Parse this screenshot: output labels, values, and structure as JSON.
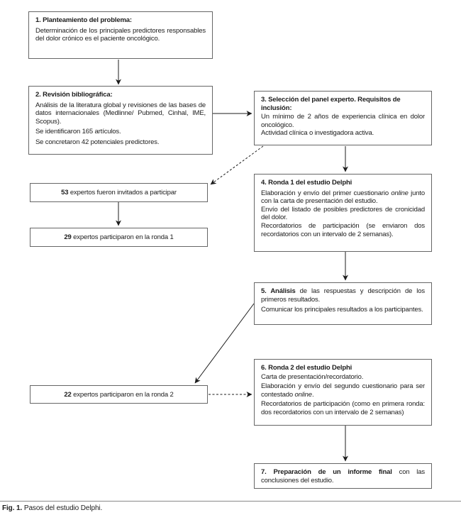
{
  "figure": {
    "caption_label": "Fig. 1.",
    "caption_text": " Pasos del estudio Delphi."
  },
  "boxes": {
    "step1": {
      "title": "1. Planteamiento del problema:",
      "p1": "Determinación de los principales predictores responsables del dolor crónico es el paciente oncológico."
    },
    "step2": {
      "title": "2. Revisión bibliográfica:",
      "p1": "Análisis de la literatura global y revisiones de las bases de datos internacionales (Medlinne/ Pubmed, Cinhal, IME, Scopus).",
      "p2": "Se identificaron 165 artículos.",
      "p3": "Se concretaron 42 potenciales predictores."
    },
    "step3": {
      "title": "3. Selección del panel experto. Requisitos de inclusión:",
      "p1": "Un mínimo de 2 años de experiencia clínica en dolor oncológico.",
      "p2": "Actividad clínica o investigadora activa."
    },
    "invited": {
      "number": "53",
      "text": " expertos fueron invitados a participar"
    },
    "round1": {
      "number": "29",
      "text": " expertos participaron en la ronda 1"
    },
    "step4": {
      "title": "4. Ronda 1 del estudio Delphi",
      "p1a": "Elaboración y envío del primer cuestionario ",
      "p1b": "online",
      "p1c": " junto con la carta de presentación del estudio.",
      "p2": "Envío del listado de posibles predictores de cronicidad del dolor.",
      "p3": "Recordatorios de participación (se enviaron dos recordatorios con un intervalo de 2 semanas)."
    },
    "step5": {
      "title_bold": "5. Análisis",
      "title_rest": " de las respuestas y descripción de los primeros resultados.",
      "p2": "Comunicar los principales resultados a los participantes."
    },
    "step6": {
      "title": "6. Ronda 2 del estudio Delphi",
      "p1": "Carta de presentación/recordatorio.",
      "p2a": "Elaboración y envío del segundo cuestionario para ser contestado ",
      "p2b": "online",
      "p2c": ".",
      "p3": "Recordatorios de participación (como en primera ronda: dos recordatorios con un intervalo de 2 semanas)"
    },
    "round2": {
      "number": "22",
      "text": " expertos participaron en la ronda 2"
    },
    "step7": {
      "bold": "7. Preparación de un informe final",
      "rest": " con las conclusiones del estudio."
    }
  },
  "connections": [
    {
      "from": "step1",
      "to": "step2",
      "style": "solid"
    },
    {
      "from": "step2",
      "to": "step3",
      "style": "solid"
    },
    {
      "from": "step3",
      "to": "invited",
      "style": "dashed"
    },
    {
      "from": "step3",
      "to": "step4",
      "style": "solid"
    },
    {
      "from": "invited",
      "to": "round1",
      "style": "solid"
    },
    {
      "from": "step4",
      "to": "step5",
      "style": "solid"
    },
    {
      "from": "step5",
      "to": "round2",
      "style": "solid"
    },
    {
      "from": "round2",
      "to": "step6",
      "style": "dashed"
    },
    {
      "from": "step6",
      "to": "step7",
      "style": "solid"
    }
  ]
}
